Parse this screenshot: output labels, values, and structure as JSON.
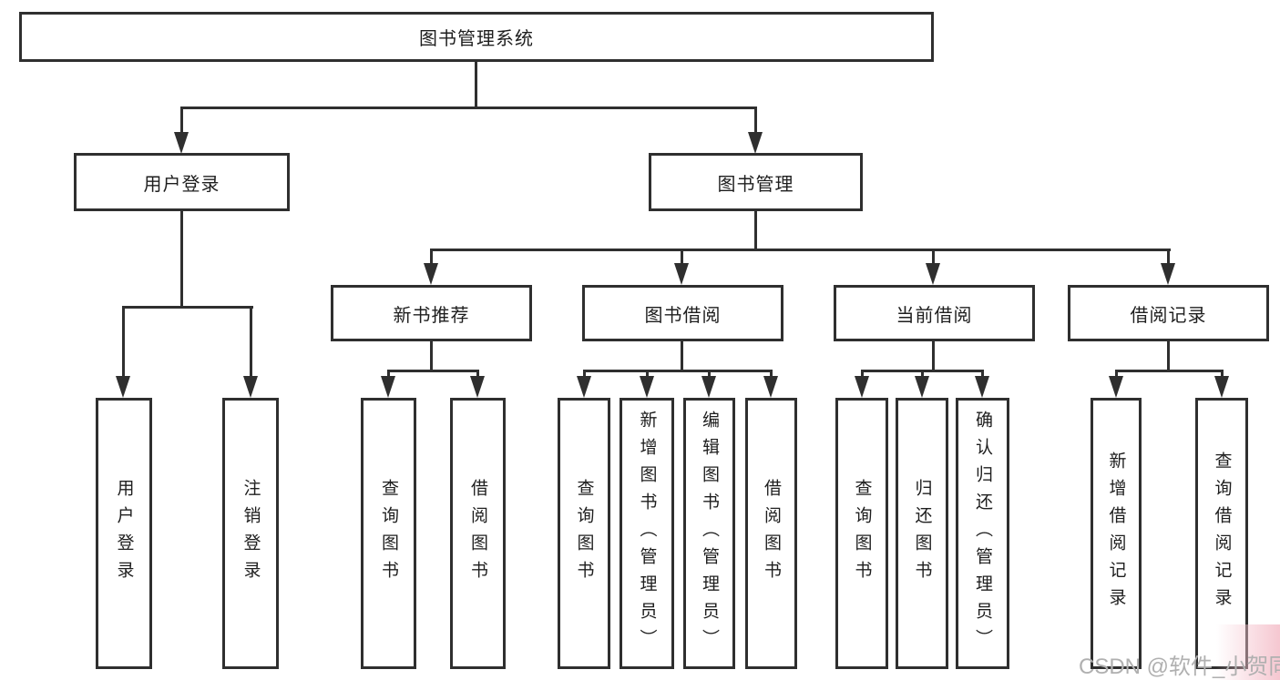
{
  "tree": {
    "label": "图书管理系统",
    "children": [
      {
        "label": "用户登录",
        "children": [
          {
            "label": "用户登录"
          },
          {
            "label": "注销登录"
          }
        ]
      },
      {
        "label": "图书管理",
        "children": [
          {
            "label": "新书推荐",
            "children": [
              {
                "label": "查询图书"
              },
              {
                "label": "借阅图书"
              }
            ]
          },
          {
            "label": "图书借阅",
            "children": [
              {
                "label": "查询图书"
              },
              {
                "label": "新增图书（管理员）"
              },
              {
                "label": "编辑图书（管理员）"
              },
              {
                "label": "借阅图书"
              }
            ]
          },
          {
            "label": "当前借阅",
            "children": [
              {
                "label": "查询图书"
              },
              {
                "label": "归还图书"
              },
              {
                "label": "确认归还（管理员）"
              }
            ]
          },
          {
            "label": "借阅记录",
            "children": [
              {
                "label": "新增借阅记录"
              },
              {
                "label": "查询借阅记录"
              }
            ]
          }
        ]
      }
    ]
  },
  "watermark": {
    "text": "CSDN @软件_小贺同学"
  },
  "colors": {
    "line": "#2f2f2f",
    "text": "#1e1e1e",
    "watermark_text": "#b0b0b0",
    "watermark_highlight": "#f5c4ce",
    "background": "#ffffff"
  }
}
